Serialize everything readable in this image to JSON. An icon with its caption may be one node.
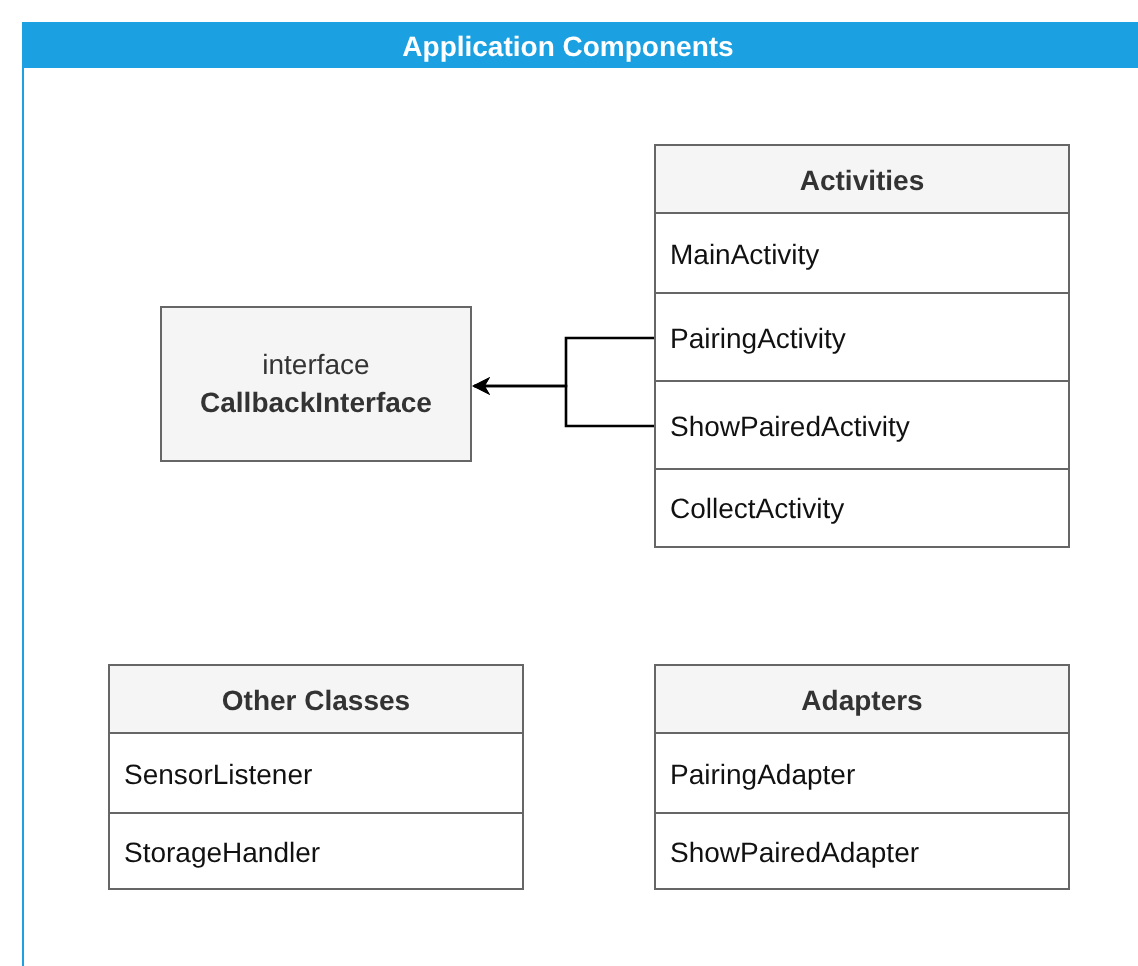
{
  "diagram": {
    "nodes": [
      {
        "text": [
          "Application Components"
        ]
      },
      {
        "text": [
          "interface",
          "CallbackInterface"
        ],
        "in": 0
      },
      {
        "text": [
          "Activities"
        ],
        "in": 0
      },
      {
        "text": [
          "MainActivity"
        ],
        "in": 2
      },
      {
        "text": [
          "PairingActivity"
        ],
        "in": 2
      },
      {
        "text": [
          "ShowPairedActivity"
        ],
        "in": 2
      },
      {
        "text": [
          "CollectActivity"
        ],
        "in": 2
      },
      {
        "text": [
          "Other Classes"
        ],
        "in": 0
      },
      {
        "text": [
          "SensorListener"
        ],
        "in": 7
      },
      {
        "text": [
          "StorageHandler"
        ],
        "in": 7
      },
      {
        "text": [
          "Adapters"
        ],
        "in": 0
      },
      {
        "text": [
          "PairingAdapter"
        ],
        "in": 10
      },
      {
        "text": [
          "ShowPairedAdapter"
        ],
        "in": 10
      }
    ],
    "edges": [
      {
        "from": 4,
        "to": 1,
        "arrow": "to"
      },
      {
        "from": 5,
        "to": 1,
        "arrow": "to"
      }
    ]
  }
}
